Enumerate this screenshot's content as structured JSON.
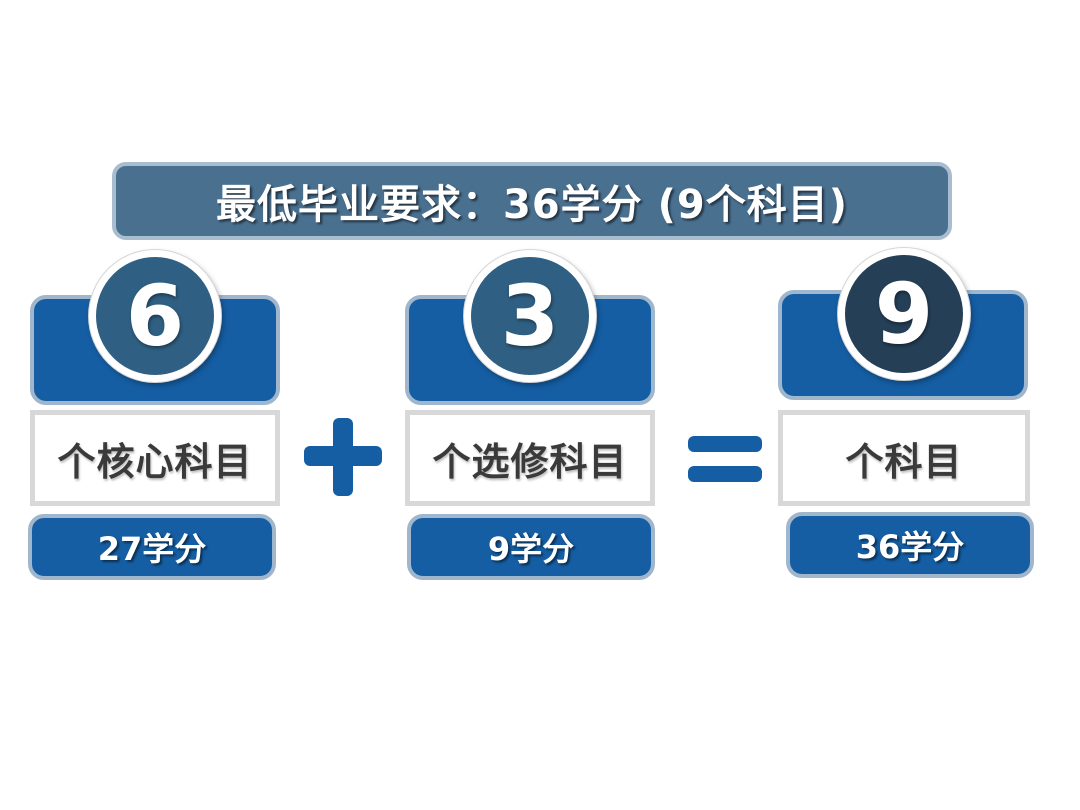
{
  "banner": {
    "text": "最低毕业要求：36学分 (9个科目)"
  },
  "columns": [
    {
      "number": "6",
      "label": "个核心科目",
      "credits": "27学分"
    },
    {
      "number": "3",
      "label": "个选修科目",
      "credits": "9学分"
    },
    {
      "number": "9",
      "label": "个科目",
      "credits": "36学分"
    }
  ],
  "operators": {
    "plus": "plus-sign",
    "equals": "equals-sign"
  },
  "colors": {
    "banner_bg": "#4a7090",
    "header_blue": "#155ea4",
    "circle_mid": "#2f5f82",
    "circle_dark": "#253f57",
    "label_text": "#3a3a3a"
  }
}
